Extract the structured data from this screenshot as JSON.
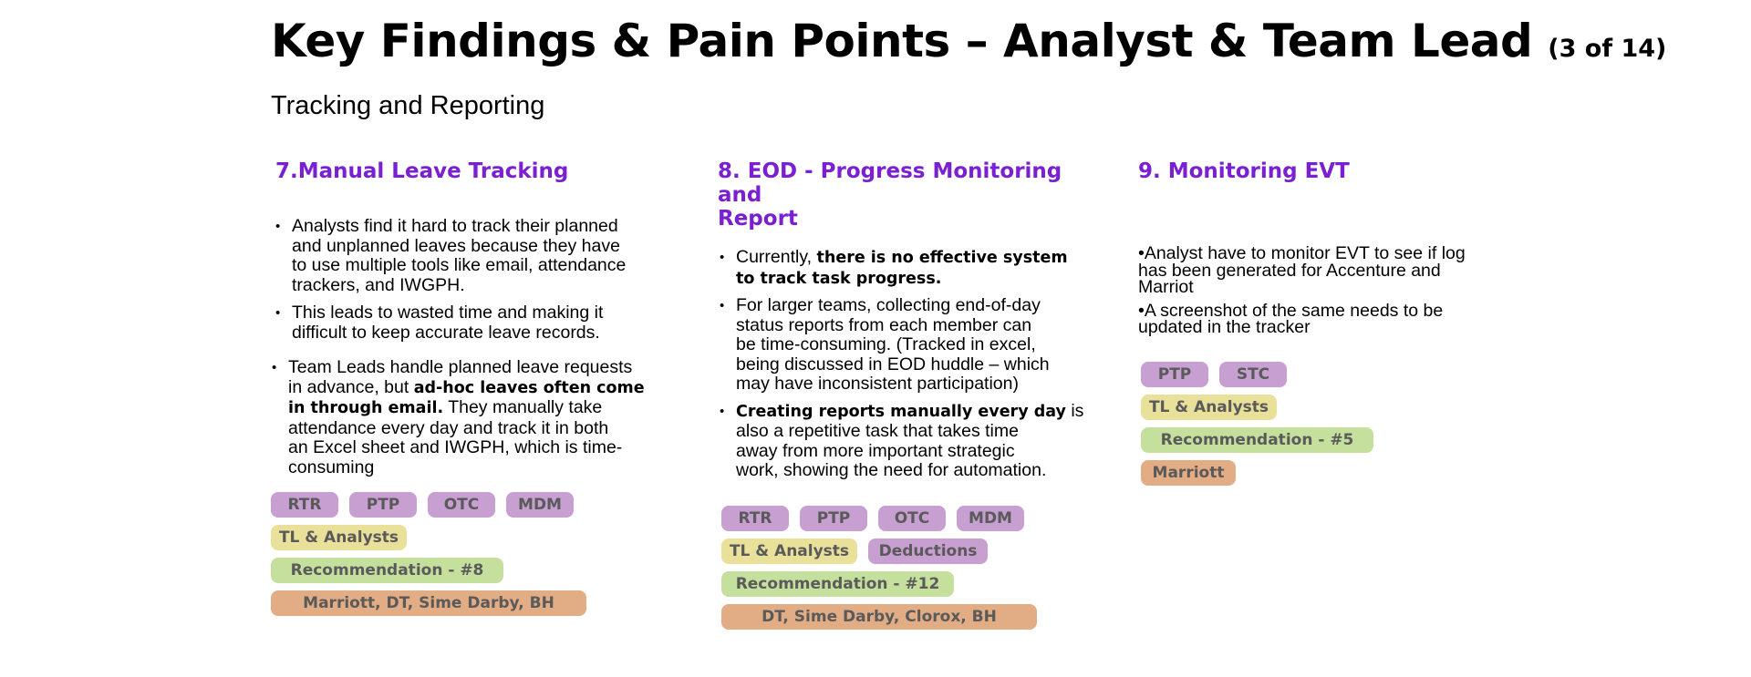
{
  "header": {
    "title": "Key Findings & Pain Points – Analyst & Team Lead",
    "page_indicator": "(3 of 14)",
    "subtitle": "Tracking and Reporting"
  },
  "colors": {
    "heading": "#7a1fd1",
    "tag_purple": "#c79fd0",
    "tag_yellow": "#e9e09a",
    "tag_green": "#c5e09d",
    "tag_orange": "#e2ad85",
    "tag_text": "#5a5a5a"
  },
  "columns": [
    {
      "heading": "7.Manual Leave Tracking",
      "bullets_a": [
        [
          "Analysts find it hard to track their planned",
          "and unplanned leaves because they have",
          "to use multiple tools like email, attendance",
          "trackers, and IWGPH."
        ],
        [
          "This leads to wasted time and making it",
          "difficult to keep accurate leave records."
        ]
      ],
      "bullet_b": {
        "l1": "Team Leads handle planned leave requests",
        "l2_pre": "in advance, but ",
        "l2_bold": "ad-hoc leaves often come",
        "l3_bold": "in through email.",
        "l3_post": " They manually take",
        "l4": "attendance every day and track it in both",
        "l5": "an Excel sheet and IWGPH, which is time-",
        "l6": "consuming"
      },
      "tags": {
        "systems": [
          "RTR",
          "PTP",
          "OTC",
          "MDM"
        ],
        "roles": [
          "TL & Analysts"
        ],
        "recommendation": "Recommendation - #8",
        "clients": "Marriott, DT, Sime Darby, BH"
      }
    },
    {
      "heading_l1": "8. EOD - Progress Monitoring and",
      "heading_l2": "Report",
      "bullet1": {
        "pre": "Currently, ",
        "bold_l1": "there is no effective system",
        "bold_l2": "to track task progress."
      },
      "bullet2": [
        "For larger teams, collecting end-of-day",
        "status reports from each member can",
        "be time-consuming. (Tracked in excel,",
        "being discussed in EOD huddle – which",
        "may have inconsistent participation)"
      ],
      "bullet3": {
        "bold": "Creating reports manually every day",
        "post": " is",
        "l2": "also a repetitive task that takes time",
        "l3": "away from more important strategic",
        "l4": "work, showing the need for automation."
      },
      "tags": {
        "systems": [
          "RTR",
          "PTP",
          "OTC",
          "MDM"
        ],
        "roles": [
          "TL & Analysts",
          "Deductions"
        ],
        "recommendation": "Recommendation - #12",
        "clients": "DT, Sime Darby, Clorox, BH"
      }
    },
    {
      "heading": "9. Monitoring EVT",
      "points": [
        [
          "•Analyst have to monitor EVT to see if log",
          "has been generated for Accenture and",
          "Marriot"
        ],
        [
          "•A screenshot of the same needs to be",
          "updated in the tracker"
        ]
      ],
      "tags": {
        "systems": [
          "PTP",
          "STC"
        ],
        "roles": [
          "TL & Analysts"
        ],
        "recommendation": "Recommendation - #5",
        "clients": "Marriott"
      }
    }
  ]
}
